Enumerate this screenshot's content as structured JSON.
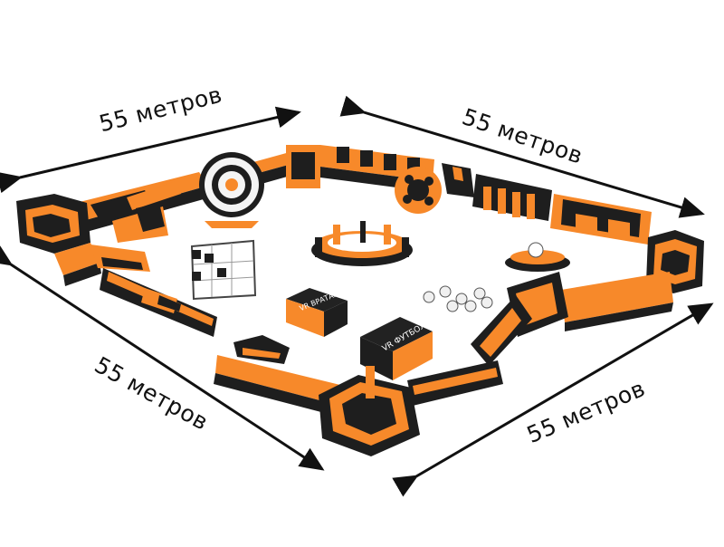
{
  "dimensions": {
    "top_left": "55 метров",
    "top_right": "55 метров",
    "bottom_left": "55 метров",
    "bottom_right": "55 метров"
  },
  "boxes": {
    "vr_goalkeeper": "VR ВРАТАРЬ",
    "vr_football": "VR ФУТБОЛ"
  },
  "colors": {
    "orange": "#f7892a",
    "dark": "#1e1e1e",
    "light_orange": "#ffa64d"
  }
}
